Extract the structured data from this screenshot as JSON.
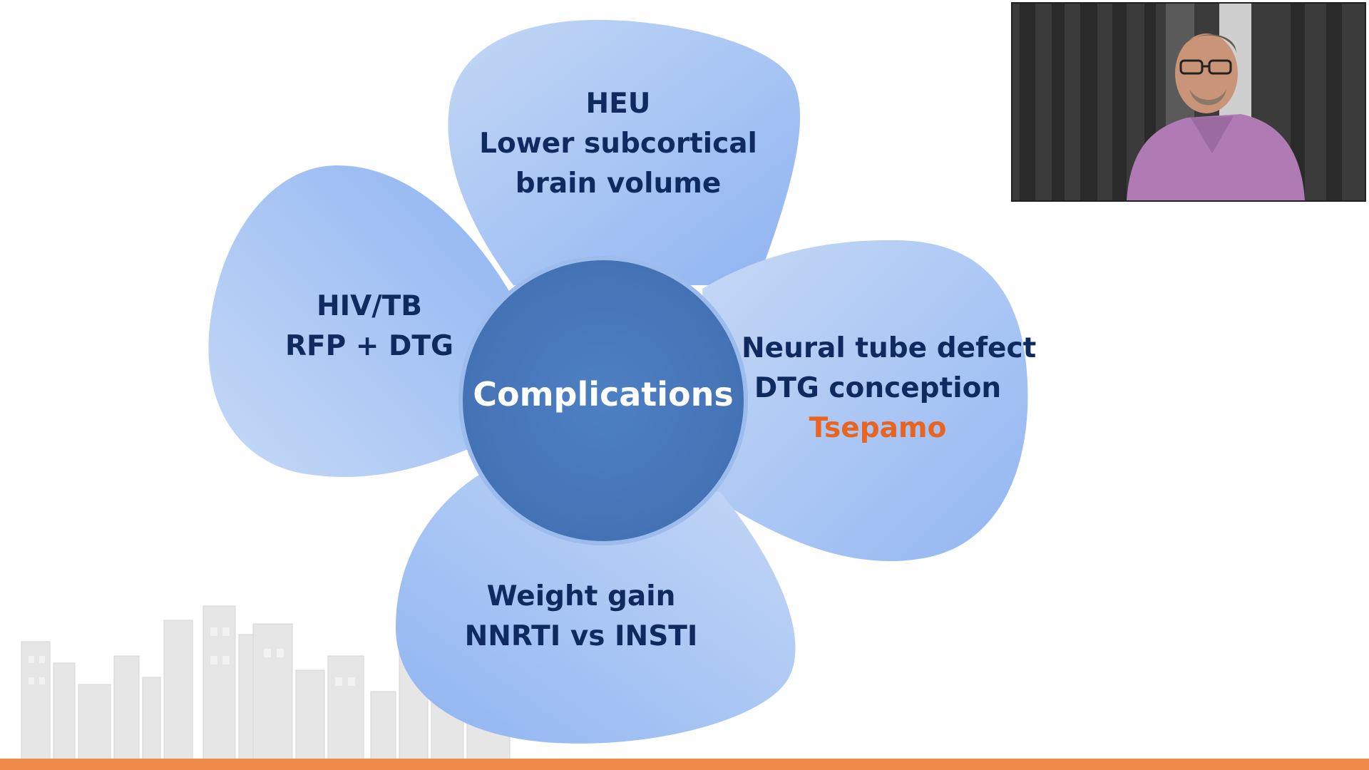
{
  "center": {
    "label": "Complications"
  },
  "petals": {
    "top": {
      "lines": [
        "HEU",
        "Lower subcortical",
        "brain volume"
      ]
    },
    "left": {
      "lines": [
        "HIV/TB",
        "RFP + DTG"
      ]
    },
    "right": {
      "lines": [
        "Neural tube defect",
        "DTG conception"
      ],
      "highlight": "Tsepamo"
    },
    "bottom": {
      "lines": [
        "Weight gain",
        "NNRTI vs INSTI"
      ]
    }
  },
  "colors": {
    "petal": "#a9c6f4",
    "center": "#4a7cc0",
    "text": "#0f2a5e",
    "highlight": "#e8641f",
    "accent_bar": "#f08a48"
  },
  "video": {
    "icon": "presenter-video-feed"
  }
}
